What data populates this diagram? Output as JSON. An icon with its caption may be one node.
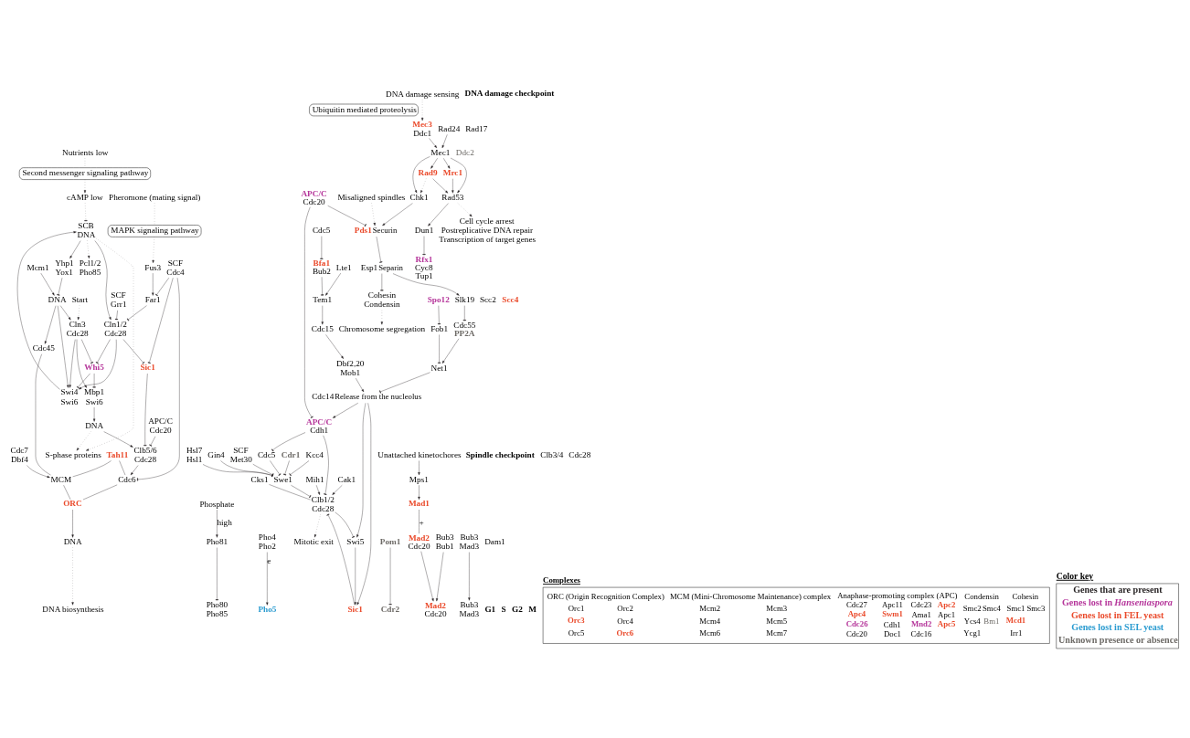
{
  "diagram": {
    "nodes": [
      {
        "text": [
          "Nutrients low"
        ]
      },
      {
        "text": [
          "Second messenger signaling pathway"
        ]
      },
      {
        "text": [
          "cAMP low"
        ]
      },
      {
        "text": [
          "Pheromone (mating signal)"
        ]
      },
      {
        "text": [
          "MAPK signaling pathway"
        ]
      },
      {
        "text": [
          "Ubiquitin mediated proteolysis"
        ]
      },
      {
        "text": [
          "SCB",
          "DNA"
        ]
      },
      {
        "text": [
          "Mcm1"
        ]
      },
      {
        "text": [
          "Yhp1",
          "Yox1"
        ]
      },
      {
        "text": [
          "DNA"
        ]
      },
      {
        "text": [
          "Swi4",
          "Swi6"
        ]
      },
      {
        "text": [
          "Start"
        ]
      },
      {
        "text": [
          "Cln3",
          "Cdc28"
        ]
      },
      {
        "text": [
          "Whi5"
        ]
      },
      {
        "text": [
          "Mbp1",
          "Swi6"
        ]
      },
      {
        "text": [
          "Fus3"
        ]
      },
      {
        "text": [
          "Far1"
        ]
      },
      {
        "text": [
          "Cln1/2",
          "Cdc28"
        ]
      },
      {
        "text": [
          "SCF",
          "Grr1"
        ]
      },
      {
        "text": [
          "SCF",
          "Cdc4"
        ]
      },
      {
        "text": [
          "APC/C",
          "Cdc20"
        ]
      },
      {
        "text": [
          "Sic1"
        ]
      },
      {
        "text": [
          "Clb5/6",
          "Cdc28"
        ]
      },
      {
        "text": [
          "DNA"
        ]
      },
      {
        "text": [
          "Tah11"
        ]
      },
      {
        "text": [
          "Cdc6"
        ]
      },
      {
        "text": [
          "Cdc45"
        ]
      },
      {
        "text": [
          "MCM"
        ]
      },
      {
        "text": [
          "ORC"
        ]
      },
      {
        "text": [
          "Cdc7",
          "Dbf4"
        ]
      },
      {
        "text": [
          "DNA"
        ]
      },
      {
        "text": [
          "DNA biosynthesis"
        ]
      },
      {
        "text": [
          "S-phase proteins"
        ]
      },
      {
        "text": [
          "Phosphate"
        ]
      },
      {
        "text": [
          "Pho81"
        ]
      },
      {
        "text": [
          "Pho80",
          "Pho85"
        ]
      },
      {
        "text": [
          "Pcl1/2",
          "Pho85"
        ]
      },
      {
        "text": [
          "Pho4",
          "Pho2"
        ]
      },
      {
        "text": [
          "Pho5"
        ]
      },
      {
        "text": [
          "Mitotic exit"
        ]
      },
      {
        "text": [
          "Clb1/2",
          "Cdc28"
        ]
      },
      {
        "text": [
          "Mih1"
        ]
      },
      {
        "text": [
          "Cak1"
        ]
      },
      {
        "text": [
          "Cks1"
        ]
      },
      {
        "text": [
          "SCF",
          "Met30"
        ]
      },
      {
        "text": [
          "Swe1"
        ]
      },
      {
        "text": [
          "Cdr1"
        ]
      },
      {
        "text": [
          "Cdr2"
        ]
      },
      {
        "text": [
          "Pom1"
        ]
      },
      {
        "text": [
          "Kcc4"
        ]
      },
      {
        "text": [
          "Hsl7",
          "Hsl1"
        ]
      },
      {
        "text": [
          "Gin4"
        ]
      },
      {
        "text": [
          "Cdc5"
        ]
      },
      {
        "text": [
          "Unattached kinetochores"
        ]
      },
      {
        "text": [
          "Mps1"
        ]
      },
      {
        "text": [
          "Mad1"
        ]
      },
      {
        "text": [
          "Mad2",
          "Cdc20"
        ]
      },
      {
        "text": [
          "Bub3",
          "Mad3"
        ]
      },
      {
        "text": [
          "Bub3",
          "Bub1"
        ]
      },
      {
        "text": [
          "Mad2",
          "Cdc20"
        ]
      },
      {
        "text": [
          "Bub3",
          "Mad3"
        ]
      },
      {
        "text": [
          "Misaligned spindles"
        ]
      },
      {
        "text": [
          "Chk1"
        ]
      },
      {
        "text": [
          "APC/C",
          "Cdc20"
        ]
      },
      {
        "text": [
          "Pds1"
        ],
        "beside": [
          "Securin"
        ]
      },
      {
        "text": [
          "Esp1"
        ],
        "beside": [
          "Separin"
        ]
      },
      {
        "text": [
          "Swi5"
        ]
      },
      {
        "text": [
          "Sic1"
        ]
      },
      {
        "text": [
          "APC/C",
          "Cdh1"
        ]
      },
      {
        "text": [
          "Slk19"
        ]
      },
      {
        "text": [
          "Cdc55",
          "PP2A"
        ]
      },
      {
        "text": [
          "Cdc5"
        ]
      },
      {
        "text": [
          "Bfa1",
          "Bub2"
        ]
      },
      {
        "text": [
          "Lte1"
        ]
      },
      {
        "text": [
          "Tem1"
        ]
      },
      {
        "text": [
          "Spo12"
        ]
      },
      {
        "text": [
          "Fob1"
        ]
      },
      {
        "text": [
          "Net1"
        ]
      },
      {
        "text": [
          "Cdc15"
        ]
      },
      {
        "text": [
          "Dbf2,20",
          "Mob1"
        ]
      },
      {
        "text": [
          "Cdc14"
        ],
        "beside": [
          "Release from the nucleolus"
        ]
      },
      {
        "text": [
          "Cohesin",
          "Condensin"
        ]
      },
      {
        "text": [
          "Chromosome segregation"
        ]
      },
      {
        "text": [
          "DNA damage sensing"
        ]
      },
      {
        "text": [
          "Mec3",
          "Ddc1"
        ]
      },
      {
        "text": [
          "Rad24"
        ]
      },
      {
        "text": [
          "Mec1"
        ]
      },
      {
        "text": [
          "Rad9"
        ]
      },
      {
        "text": [
          "Mrc1"
        ]
      },
      {
        "text": [
          "Rad53"
        ]
      },
      {
        "text": [
          "Dun1"
        ]
      },
      {
        "text": [
          "Rfx1",
          "Cyc8",
          "Tup1"
        ]
      },
      {
        "text": [
          "Cell cycle arrest",
          "Postreplicative DNA repair",
          "Transcription of target genes"
        ]
      }
    ],
    "edges": [
      {
        "from": 0,
        "to": 1,
        "arrow": "none",
        "style": "dashed"
      },
      {
        "from": 1,
        "to": 2,
        "arrow": "to",
        "style": "dashed"
      },
      {
        "from": 2,
        "to": 6,
        "arrow": "other",
        "style": "dashed"
      },
      {
        "from": 6,
        "to": 36,
        "arrow": "to",
        "style": "dashed"
      },
      {
        "from": 6,
        "to": 32,
        "arrow": "to",
        "style": "dashed"
      },
      {
        "from": 23,
        "to": 32,
        "arrow": "to",
        "style": "dashed"
      },
      {
        "from": 3,
        "to": 4,
        "arrow": "none",
        "style": "dashed"
      },
      {
        "from": 4,
        "to": 15,
        "arrow": "to",
        "style": "dashed"
      },
      {
        "from": 6,
        "to": 8,
        "arrow": "to"
      },
      {
        "from": 7,
        "to": 9,
        "arrow": "to"
      },
      {
        "from": 8,
        "to": 9,
        "arrow": "other"
      },
      {
        "from": 9,
        "to": 10,
        "arrow": "to"
      },
      {
        "from": 9,
        "to": 12,
        "arrow": "to"
      },
      {
        "from": 9,
        "to": 26,
        "arrow": "to"
      },
      {
        "from": 11,
        "to": 12,
        "arrow": "to",
        "style": "dashed"
      },
      {
        "from": 12,
        "to": 10,
        "arrow": "to"
      },
      {
        "from": 12,
        "to": 13,
        "arrow": "other"
      },
      {
        "from": 12,
        "to": 14,
        "arrow": "to"
      },
      {
        "from": 13,
        "to": 10,
        "arrow": "other"
      },
      {
        "from": 13,
        "to": 14,
        "arrow": "other"
      },
      {
        "from": 14,
        "to": 23,
        "arrow": "to"
      },
      {
        "from": 10,
        "to": 6,
        "arrow": "to"
      },
      {
        "from": 6,
        "to": 17,
        "arrow": "to"
      },
      {
        "from": 17,
        "to": 10,
        "arrow": "to"
      },
      {
        "from": 17,
        "to": 13,
        "arrow": "other"
      },
      {
        "from": 15,
        "to": 16,
        "arrow": "to"
      },
      {
        "from": 16,
        "to": 17,
        "arrow": "other"
      },
      {
        "from": 18,
        "to": 17,
        "arrow": "other"
      },
      {
        "from": 19,
        "to": 16,
        "arrow": "other"
      },
      {
        "from": 19,
        "to": 21,
        "arrow": "other"
      },
      {
        "from": 19,
        "to": 25,
        "arrow": "other"
      },
      {
        "from": 20,
        "to": 22,
        "arrow": "other"
      },
      {
        "from": 17,
        "to": 21,
        "arrow": "other"
      },
      {
        "from": 21,
        "to": 22,
        "arrow": "other"
      },
      {
        "from": 23,
        "to": 22,
        "arrow": "to"
      },
      {
        "from": 22,
        "to": 25,
        "arrow": "to"
      },
      {
        "from": 24,
        "to": 25,
        "arrow": "none"
      },
      {
        "from": 24,
        "to": 27,
        "arrow": "none"
      },
      {
        "from": 26,
        "to": 27,
        "arrow": "none"
      },
      {
        "from": 27,
        "to": 28,
        "arrow": "none"
      },
      {
        "from": 25,
        "to": 28,
        "arrow": "none"
      },
      {
        "from": 29,
        "to": 27,
        "arrow": "to"
      },
      {
        "from": 28,
        "to": 30,
        "arrow": "to"
      },
      {
        "from": 30,
        "to": 31,
        "arrow": "to",
        "style": "dashed"
      },
      {
        "from": 33,
        "to": 34,
        "arrow": "to",
        "label": "high"
      },
      {
        "from": 34,
        "to": 35,
        "arrow": "other"
      },
      {
        "from": 37,
        "to": 38,
        "arrow": "to",
        "label": "e"
      },
      {
        "from": 40,
        "to": 39,
        "arrow": "to",
        "style": "dashed"
      },
      {
        "from": 41,
        "to": 40,
        "arrow": "to"
      },
      {
        "from": 42,
        "to": 40,
        "arrow": "to"
      },
      {
        "from": 43,
        "to": 40,
        "arrow": "none"
      },
      {
        "from": 45,
        "to": 40,
        "arrow": "other"
      },
      {
        "from": 44,
        "to": 45,
        "arrow": "other"
      },
      {
        "from": 46,
        "to": 45,
        "arrow": "other"
      },
      {
        "from": 49,
        "to": 45,
        "arrow": "other"
      },
      {
        "from": 50,
        "to": 45,
        "arrow": "other"
      },
      {
        "from": 51,
        "to": 45,
        "arrow": "other"
      },
      {
        "from": 52,
        "to": 45,
        "arrow": "other"
      },
      {
        "from": 48,
        "to": 47,
        "arrow": "other"
      },
      {
        "from": 40,
        "to": 66,
        "arrow": "other"
      },
      {
        "from": 67,
        "to": 40,
        "arrow": "other"
      },
      {
        "from": 68,
        "to": 40,
        "arrow": "other"
      },
      {
        "from": 68,
        "to": 52,
        "arrow": "other"
      },
      {
        "from": 53,
        "to": 54,
        "arrow": "to"
      },
      {
        "from": 54,
        "to": 55,
        "arrow": "to"
      },
      {
        "from": 55,
        "to": 56,
        "arrow": "none",
        "label": "+"
      },
      {
        "from": 56,
        "to": 59,
        "arrow": "to"
      },
      {
        "from": 57,
        "to": 60,
        "arrow": "to"
      },
      {
        "from": 58,
        "to": 59,
        "arrow": "to"
      },
      {
        "from": 61,
        "to": 64,
        "arrow": "to",
        "style": "dashed"
      },
      {
        "from": 62,
        "to": 64,
        "arrow": "to"
      },
      {
        "from": 63,
        "to": 64,
        "arrow": "other"
      },
      {
        "from": 63,
        "to": 68,
        "arrow": "other"
      },
      {
        "from": 64,
        "to": 65,
        "arrow": "other"
      },
      {
        "from": 65,
        "to": 69,
        "arrow": "to"
      },
      {
        "from": 65,
        "to": 81,
        "arrow": "other"
      },
      {
        "from": 81,
        "to": 82,
        "arrow": "to",
        "style": "dashed"
      },
      {
        "from": 69,
        "to": 70,
        "arrow": "other"
      },
      {
        "from": 70,
        "to": 77,
        "arrow": "to"
      },
      {
        "from": 71,
        "to": 72,
        "arrow": "other"
      },
      {
        "from": 72,
        "to": 74,
        "arrow": "other"
      },
      {
        "from": 73,
        "to": 74,
        "arrow": "to"
      },
      {
        "from": 74,
        "to": 78,
        "arrow": "to"
      },
      {
        "from": 75,
        "to": 76,
        "arrow": "other"
      },
      {
        "from": 76,
        "to": 77,
        "arrow": "other"
      },
      {
        "from": 78,
        "to": 79,
        "arrow": "to"
      },
      {
        "from": 79,
        "to": 80,
        "arrow": "to"
      },
      {
        "from": 77,
        "to": 80,
        "arrow": "other"
      },
      {
        "from": 80,
        "to": 68,
        "arrow": "to"
      },
      {
        "from": 80,
        "to": 67,
        "arrow": "to"
      },
      {
        "from": 80,
        "to": 66,
        "arrow": "to"
      },
      {
        "from": 66,
        "to": 67,
        "arrow": "to"
      },
      {
        "from": 83,
        "to": 84,
        "arrow": "to",
        "style": "dashed"
      },
      {
        "from": 84,
        "to": 86,
        "arrow": "to"
      },
      {
        "from": 85,
        "to": 86,
        "arrow": "to"
      },
      {
        "from": 86,
        "to": 62,
        "arrow": "to"
      },
      {
        "from": 86,
        "to": 87,
        "arrow": "to"
      },
      {
        "from": 86,
        "to": 88,
        "arrow": "to"
      },
      {
        "from": 86,
        "to": 89,
        "arrow": "to"
      },
      {
        "from": 87,
        "to": 62,
        "arrow": "to",
        "style": "dashed"
      },
      {
        "from": 87,
        "to": 89,
        "arrow": "to"
      },
      {
        "from": 88,
        "to": 89,
        "arrow": "to"
      },
      {
        "from": 89,
        "to": 90,
        "arrow": "to"
      },
      {
        "from": 90,
        "to": 91,
        "arrow": "other"
      },
      {
        "from": 89,
        "to": 92,
        "arrow": "to",
        "style": "dashed"
      }
    ],
    "labels": [
      "Spindle checkpoint",
      "DNA damage checkpoint",
      "Dam1",
      "Rad17",
      "Ddc2",
      "Clb3/4",
      "Cdc28",
      "Scc2",
      "Scc4",
      "G1",
      "S",
      "G2",
      "M",
      "Complexes",
      "ORC (Origin Recognition Complex)",
      "Orc1",
      "Orc2",
      "Orc3",
      "Orc4",
      "Orc5",
      "Orc6",
      "MCM (Mini-Chromosome Maintenance) complex",
      "Mcm2",
      "Mcm3",
      "Mcm4",
      "Mcm5",
      "Mcm6",
      "Mcm7",
      "Anaphase-promoting complex (APC)",
      "Cdc27",
      "Apc11",
      "Cdc23",
      "Apc2",
      "Apc4",
      "Swm1",
      "Ama1",
      "Apc1",
      "Cdc26",
      "Cdh1",
      "Mnd2",
      "Apc5",
      "Cdc20",
      "Doc1",
      "Cdc16",
      "Condensin",
      "Smc2",
      "Smc4",
      "Ycs4",
      "Bm1",
      "Ycg1",
      "Cohesin",
      "Smc1",
      "Smc3",
      "Mcd1",
      "Irr1",
      "Color key"
    ],
    "legend": [
      {
        "text": "Genes that are present",
        "color": "#231f20"
      },
      {
        "text": "Genes lost in *Hanseniaspora*",
        "color": "#b5359a"
      },
      {
        "text": "Genes lost in FEL yeast",
        "color": "#ea4a2b"
      },
      {
        "text": "Genes lost in SEL yeast",
        "color": "#2a9bd0"
      },
      {
        "text": "Unknown presence or absence",
        "color": "#6d6a66"
      }
    ]
  }
}
